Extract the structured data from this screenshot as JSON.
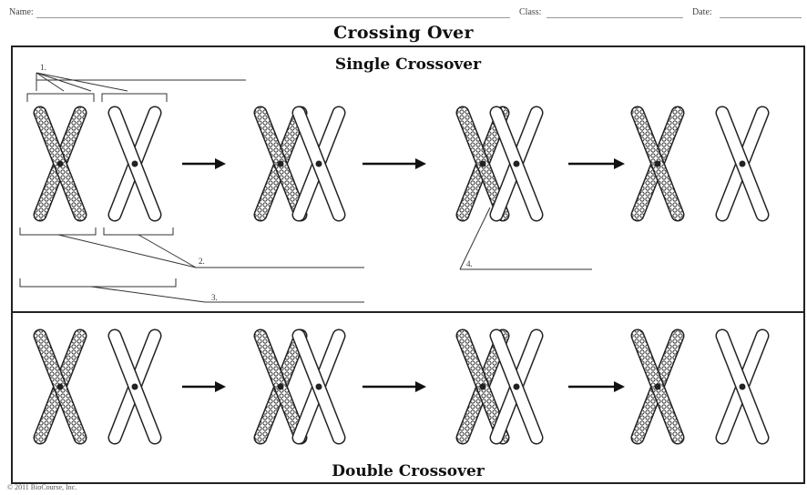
{
  "header": {
    "name_label": "Name:",
    "class_label": "Class:",
    "date_label": "Date:"
  },
  "title": "Crossing Over",
  "single_section": {
    "title": "Single Crossover",
    "label_numbers": [
      "1.",
      "2.",
      "3.",
      "4."
    ]
  },
  "double_section": {
    "title": "Double Crossover"
  },
  "footer": {
    "copyright": "© 2011 BioCourse, Inc."
  },
  "colors": {
    "line": "#222222",
    "hatch": "#333333",
    "background": "#ffffff"
  }
}
